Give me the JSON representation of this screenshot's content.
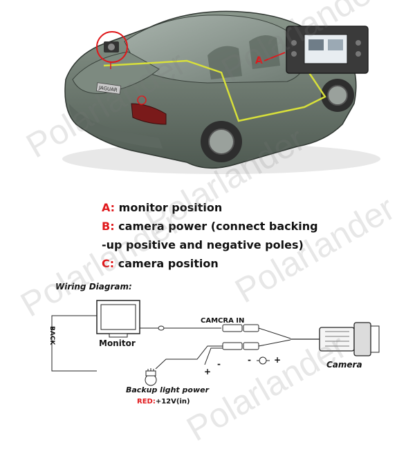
{
  "car_callouts": {
    "marker_a": "A",
    "badge": "JAGUAR"
  },
  "legend": [
    {
      "key": "A:",
      "text": " monitor  position"
    },
    {
      "key": "B:",
      "text": " camera power (connect backing"
    },
    {
      "key": "",
      "text": "-up positive and negative poles)"
    },
    {
      "key": "C:",
      "text": " camera position"
    }
  ],
  "wiring": {
    "title": "Wiring Diagram:",
    "back_label": "BACK",
    "monitor_label": "Monitor",
    "camera_in_label": "CAMCRA IN",
    "camera_label": "Camera",
    "backup_power_label": "Backup light power",
    "red_label": "RED:",
    "red_value": "+12V(in)",
    "minus_label": "-",
    "plus_label": "+",
    "dc_plus": "+",
    "dc_minus": "-"
  },
  "watermark": "Polarlander",
  "colors": {
    "callout_red": "#e0181b",
    "wire_yellow": "#d8e03a",
    "car_body": "#6b7a70"
  }
}
